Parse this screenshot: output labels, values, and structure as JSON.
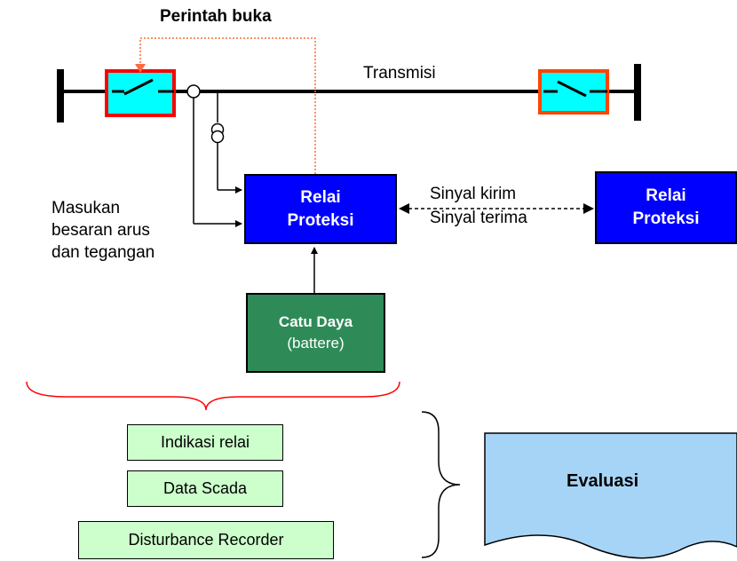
{
  "labels": {
    "open_command": "Perintah buka",
    "transmission": "Transmisi",
    "input_line1": "Masukan",
    "input_line2": "besaran arus",
    "input_line3": "dan tegangan",
    "signal_send": "Sinyal kirim",
    "signal_receive": "Sinyal terima"
  },
  "relay_left": {
    "line1": "Relai",
    "line2": "Proteksi"
  },
  "relay_right": {
    "line1": "Relai",
    "line2": "Proteksi"
  },
  "power_supply": {
    "title": "Catu Daya",
    "subtitle": "(battere)"
  },
  "records": {
    "relay_indication": "Indikasi relai",
    "scada_data": "Data Scada",
    "disturbance_recorder": "Disturbance Recorder"
  },
  "evaluation": "Evaluasi",
  "colors": {
    "relay_fill": "#0000ff",
    "breaker_fill": "#00ffff",
    "breaker_left_border": "#ff0000",
    "breaker_right_border": "#ff4500",
    "power_fill": "#2e8b57",
    "record_fill": "#ccffcc",
    "evaluation_fill": "#a6d4f7",
    "trip_line": "#ff6a3d",
    "brace_red": "#ff0000"
  },
  "icons": [
    "left-busbar-icon",
    "right-busbar-icon",
    "left-circuit-breaker-icon",
    "right-circuit-breaker-icon",
    "current-transformer-icon",
    "voltage-transformer-icon"
  ]
}
